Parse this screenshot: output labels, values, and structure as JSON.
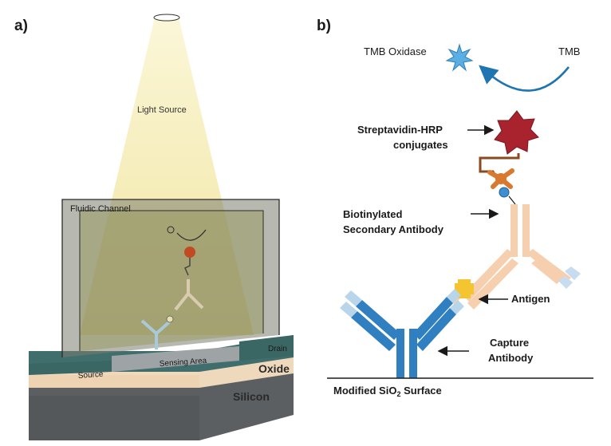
{
  "panel_a": {
    "letter": "a)",
    "light_source": "Light Source",
    "fluidic_channel": "Fluidic Channel",
    "drain": "Drain",
    "source": "Source",
    "sensing_area": "Sensing Area",
    "oxide": "Oxide",
    "silicon": "Silicon"
  },
  "panel_b": {
    "letter": "b)",
    "tmb_oxidase": "TMB Oxidase",
    "tmb": "TMB",
    "strep_line1": "Streptavidin-HRP",
    "strep_line2": "conjugates",
    "biotin_line1": "Biotinylated",
    "biotin_line2": "Secondary Antibody",
    "antigen": "Antigen",
    "capture_line1": "Capture",
    "capture_line2": "Antibody",
    "surface_prefix": "Modified SiO",
    "surface_sub": "2",
    "surface_suffix": " Surface"
  },
  "colors": {
    "beam": "#f3ebb0",
    "channel_glass": "#8c8d7a",
    "sensing_area": "#9ea3a5",
    "oxide_layer": "#efd9bd",
    "silicon_layer": "#5c5f62",
    "teal_contact": "#3f6e6c",
    "capture_antibody": "#2f7fc1",
    "capture_antibody_light": "#b9d5ea",
    "secondary_antibody": "#f5cfae",
    "secondary_antibody_light": "#c7dcee",
    "antigen": "#f4c531",
    "hrp_star": "#a8232e",
    "streptavidin": "#d9782f",
    "linker": "#8a4a1f",
    "biotin": "#3d8fd1",
    "tmb_arrow": "#1f74b2",
    "tmb_oxidase_star": "#5aaee4",
    "text": "#1a1a1a"
  }
}
